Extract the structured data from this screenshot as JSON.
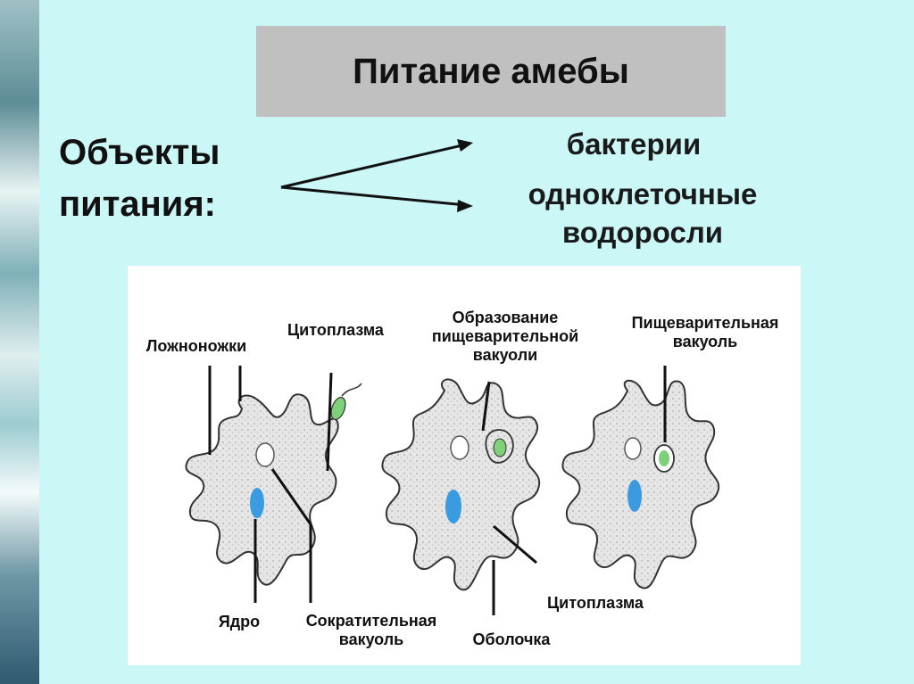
{
  "title": "Питание амебы",
  "objects_label": [
    "Объекты",
    "питания:"
  ],
  "food": {
    "item_1": "бактерии",
    "item_2": [
      "одноклеточные",
      "водоросли"
    ]
  },
  "labels": {
    "pseudopods": "Ложноножки",
    "cytoplasm_top": "Цитоплазма",
    "formation": [
      "Образование",
      "пищеварительной",
      "вакуоли"
    ],
    "digestive_vacuole": [
      "Пищеварительная",
      "вакуоль"
    ],
    "nucleus": "Ядро",
    "contractile_vacuole": [
      "Сократительная",
      "вакуоль"
    ],
    "membrane": "Оболочка",
    "cytoplasm_bottom": "Цитоплазма"
  },
  "colors": {
    "background": "#ccf7f7",
    "title_box": "#c0c0c0",
    "cell_fill": "#e4e4e4",
    "nucleus": "#3a9be0",
    "alga": "#7fd07a"
  }
}
